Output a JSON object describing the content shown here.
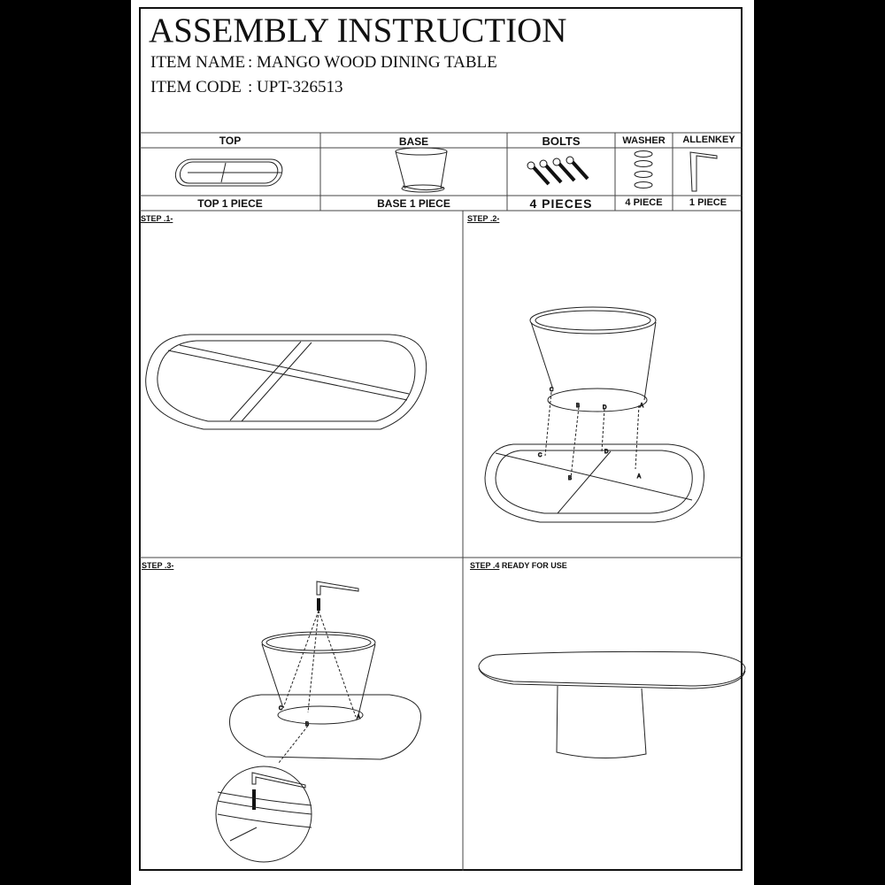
{
  "header": {
    "title": "ASSEMBLY INSTRUCTION",
    "item_name_label": "ITEM NAME",
    "item_name_value": ": MANGO WOOD DINING TABLE",
    "item_code_label": "ITEM CODE",
    "item_code_value": ": UPT-326513"
  },
  "parts": [
    {
      "name": "TOP",
      "qty": "TOP 1 PIECE",
      "icon": "table-top-frame-icon"
    },
    {
      "name": "BASE",
      "qty": "BASE 1 PIECE",
      "icon": "base-pedestal-icon"
    },
    {
      "name": "BOLTS",
      "qty": "4 PIECES",
      "icon": "bolts-icon"
    },
    {
      "name": "WASHER",
      "qty": "4 PIECE",
      "icon": "washer-icon"
    },
    {
      "name": "ALLENKEY",
      "qty": "1 PIECE",
      "icon": "allen-key-icon"
    }
  ],
  "steps": [
    {
      "label": "STEP .1-",
      "note": ""
    },
    {
      "label": "STEP .2-",
      "note": "",
      "markers": [
        "C",
        "B",
        "D",
        "A",
        "C",
        "B",
        "D",
        "A"
      ]
    },
    {
      "label": "STEP .3-",
      "note": "",
      "markers": [
        "C",
        "B",
        "A"
      ]
    },
    {
      "label": "STEP .4",
      "note": " READY FOR USE"
    }
  ]
}
